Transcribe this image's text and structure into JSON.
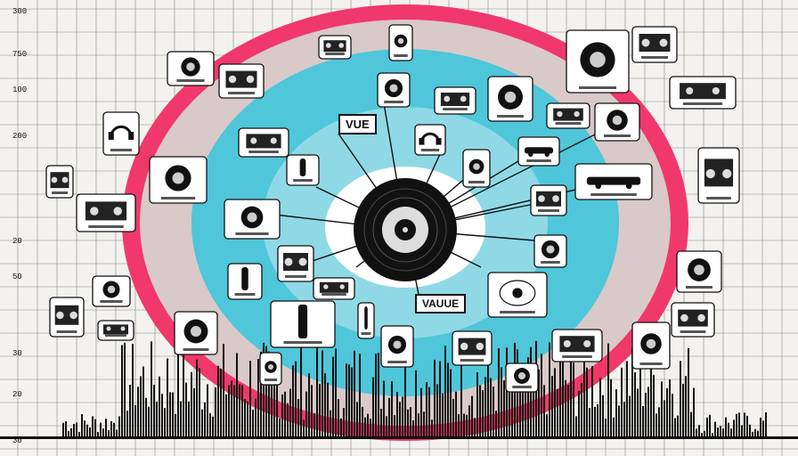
{
  "y_axis_labels": [
    "300",
    "750",
    "100",
    "200",
    "20",
    "50",
    "30",
    "20",
    "30"
  ],
  "center_labels": {
    "vue": "VUE",
    "value": "VAUUE"
  },
  "colors": {
    "background": "#f4f2ee",
    "outer_ring": "#f0386b",
    "halftone_ring": "#d9c9c9",
    "cyan_ring": "#4fc6d9",
    "inner_glow": "#ffffff",
    "record": "#111111",
    "waveform": "#111111"
  },
  "icons": [
    "turntable-icon",
    "retro-tv-icon",
    "radio-icon",
    "speaker-icon",
    "boombox-icon",
    "headphones-icon",
    "cassette-icon",
    "car-icon",
    "cd-icon",
    "camera-icon",
    "computer-monitor-icon",
    "bottle-icon",
    "cupid-icon",
    "microphone-icon"
  ]
}
